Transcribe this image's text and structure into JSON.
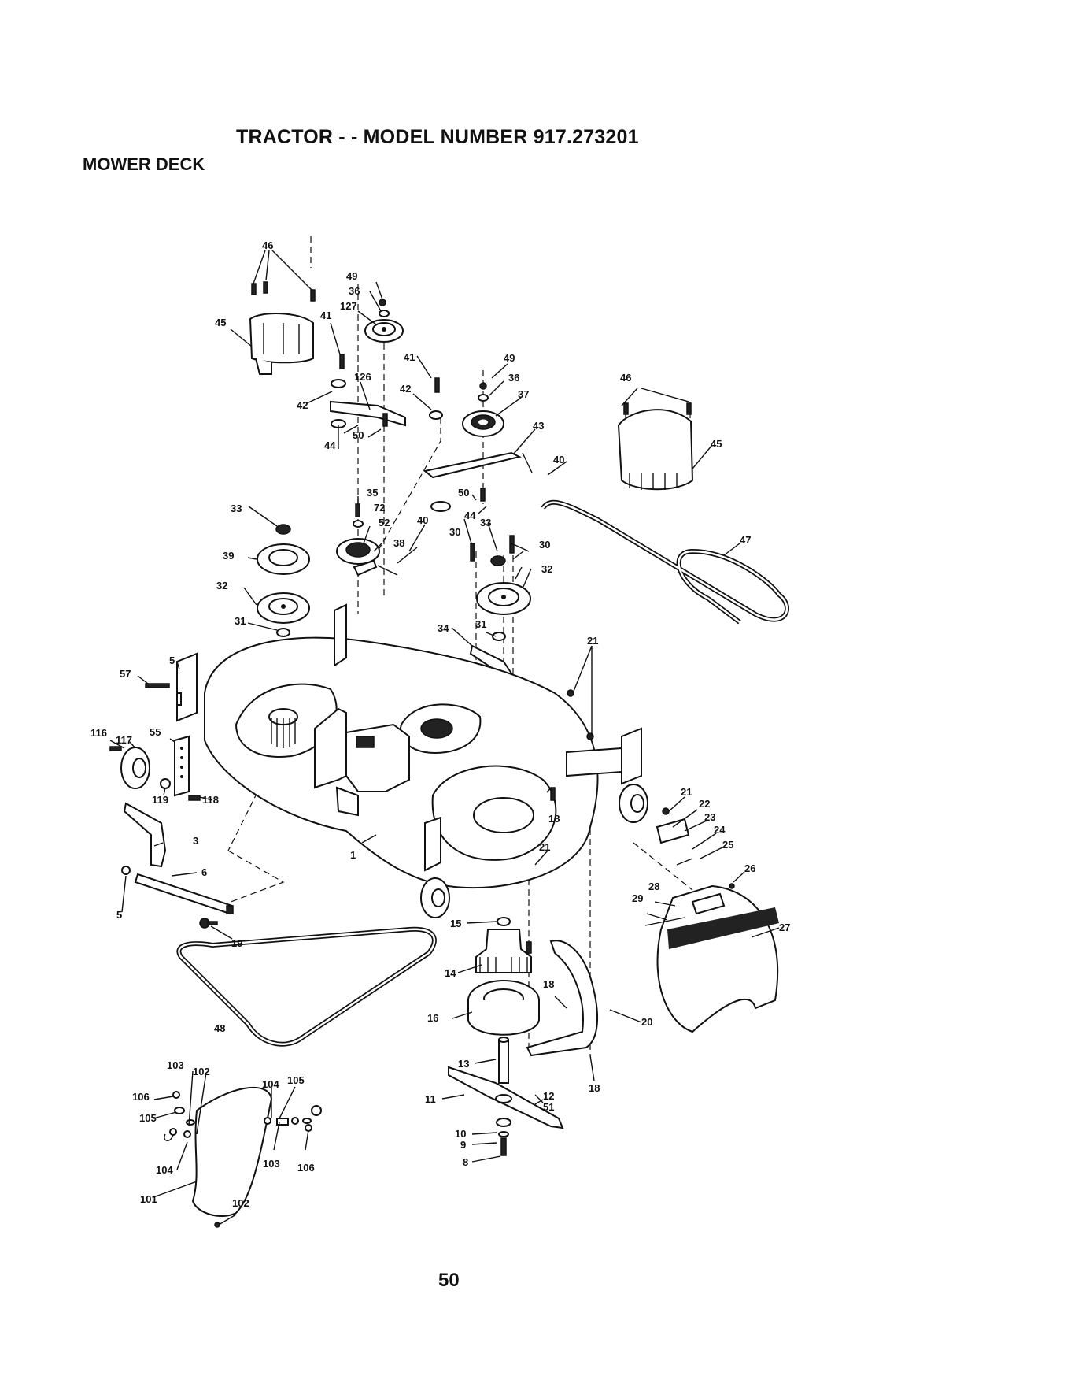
{
  "header": {
    "title": "TRACTOR - - MODEL NUMBER 917.273201",
    "section": "MOWER DECK"
  },
  "footer": {
    "page_number": "50"
  },
  "callouts": [
    {
      "id": "c1",
      "label": "1"
    },
    {
      "id": "c3",
      "label": "3"
    },
    {
      "id": "c5a",
      "label": "5"
    },
    {
      "id": "c5b",
      "label": "5"
    },
    {
      "id": "c6",
      "label": "6"
    },
    {
      "id": "c8",
      "label": "8"
    },
    {
      "id": "c9",
      "label": "9"
    },
    {
      "id": "c10",
      "label": "10"
    },
    {
      "id": "c11",
      "label": "11"
    },
    {
      "id": "c12",
      "label": "12"
    },
    {
      "id": "c13",
      "label": "13"
    },
    {
      "id": "c14",
      "label": "14"
    },
    {
      "id": "c15",
      "label": "15"
    },
    {
      "id": "c16",
      "label": "16"
    },
    {
      "id": "c18a",
      "label": "18"
    },
    {
      "id": "c18b",
      "label": "18"
    },
    {
      "id": "c18c",
      "label": "18"
    },
    {
      "id": "c19",
      "label": "19"
    },
    {
      "id": "c20",
      "label": "20"
    },
    {
      "id": "c21a",
      "label": "21"
    },
    {
      "id": "c21b",
      "label": "21"
    },
    {
      "id": "c21c",
      "label": "21"
    },
    {
      "id": "c22",
      "label": "22"
    },
    {
      "id": "c23",
      "label": "23"
    },
    {
      "id": "c24",
      "label": "24"
    },
    {
      "id": "c25",
      "label": "25"
    },
    {
      "id": "c26",
      "label": "26"
    },
    {
      "id": "c27",
      "label": "27"
    },
    {
      "id": "c28",
      "label": "28"
    },
    {
      "id": "c29",
      "label": "29"
    },
    {
      "id": "c30a",
      "label": "30"
    },
    {
      "id": "c30b",
      "label": "30"
    },
    {
      "id": "c31a",
      "label": "31"
    },
    {
      "id": "c31b",
      "label": "31"
    },
    {
      "id": "c32a",
      "label": "32"
    },
    {
      "id": "c32b",
      "label": "32"
    },
    {
      "id": "c33a",
      "label": "33"
    },
    {
      "id": "c33b",
      "label": "33"
    },
    {
      "id": "c34",
      "label": "34"
    },
    {
      "id": "c35",
      "label": "35"
    },
    {
      "id": "c36a",
      "label": "36"
    },
    {
      "id": "c36b",
      "label": "36"
    },
    {
      "id": "c37",
      "label": "37"
    },
    {
      "id": "c38",
      "label": "38"
    },
    {
      "id": "c39",
      "label": "39"
    },
    {
      "id": "c40a",
      "label": "40"
    },
    {
      "id": "c40b",
      "label": "40"
    },
    {
      "id": "c41a",
      "label": "41"
    },
    {
      "id": "c41b",
      "label": "41"
    },
    {
      "id": "c42a",
      "label": "42"
    },
    {
      "id": "c42b",
      "label": "42"
    },
    {
      "id": "c43",
      "label": "43"
    },
    {
      "id": "c44a",
      "label": "44"
    },
    {
      "id": "c44b",
      "label": "44"
    },
    {
      "id": "c45a",
      "label": "45"
    },
    {
      "id": "c45b",
      "label": "45"
    },
    {
      "id": "c46a",
      "label": "46"
    },
    {
      "id": "c46b",
      "label": "46"
    },
    {
      "id": "c47",
      "label": "47"
    },
    {
      "id": "c48",
      "label": "48"
    },
    {
      "id": "c49a",
      "label": "49"
    },
    {
      "id": "c49b",
      "label": "49"
    },
    {
      "id": "c50a",
      "label": "50"
    },
    {
      "id": "c50b",
      "label": "50"
    },
    {
      "id": "c51",
      "label": "51"
    },
    {
      "id": "c52",
      "label": "52"
    },
    {
      "id": "c55",
      "label": "55"
    },
    {
      "id": "c57",
      "label": "57"
    },
    {
      "id": "c72",
      "label": "72"
    },
    {
      "id": "c101",
      "label": "101"
    },
    {
      "id": "c102a",
      "label": "102"
    },
    {
      "id": "c102b",
      "label": "102"
    },
    {
      "id": "c103a",
      "label": "103"
    },
    {
      "id": "c103b",
      "label": "103"
    },
    {
      "id": "c104a",
      "label": "104"
    },
    {
      "id": "c104b",
      "label": "104"
    },
    {
      "id": "c105a",
      "label": "105"
    },
    {
      "id": "c105b",
      "label": "105"
    },
    {
      "id": "c106a",
      "label": "106"
    },
    {
      "id": "c106b",
      "label": "106"
    },
    {
      "id": "c116",
      "label": "116"
    },
    {
      "id": "c117",
      "label": "117"
    },
    {
      "id": "c118",
      "label": "118"
    },
    {
      "id": "c119",
      "label": "119"
    },
    {
      "id": "c126",
      "label": "126"
    },
    {
      "id": "c127",
      "label": "127"
    }
  ]
}
